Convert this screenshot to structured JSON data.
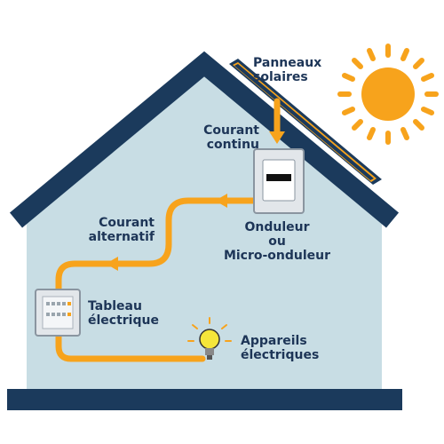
{
  "labels": {
    "solar_panels": [
      "Panneaux",
      "solaires"
    ],
    "direct_current": [
      "Courant",
      "continu"
    ],
    "inverter": [
      "Onduleur",
      "ou",
      "Micro-onduleur"
    ],
    "alternating_current": [
      "Courant",
      "alternatif"
    ],
    "electrical_panel": [
      "Tableau",
      "électrique"
    ],
    "appliances": [
      "Appareils",
      "électriques"
    ]
  },
  "colors": {
    "roof": "#1b3a5c",
    "wall": "#c8dde4",
    "ground": "#1b3a5c",
    "cable": "#f7a31c",
    "sun": "#f7a31c",
    "text": "#1d3557",
    "device": "#e2e6ea"
  },
  "icons": [
    "sun-icon",
    "solar-panel-icon",
    "inverter-icon",
    "electrical-panel-icon",
    "light-bulb-icon",
    "arrow-icon"
  ]
}
